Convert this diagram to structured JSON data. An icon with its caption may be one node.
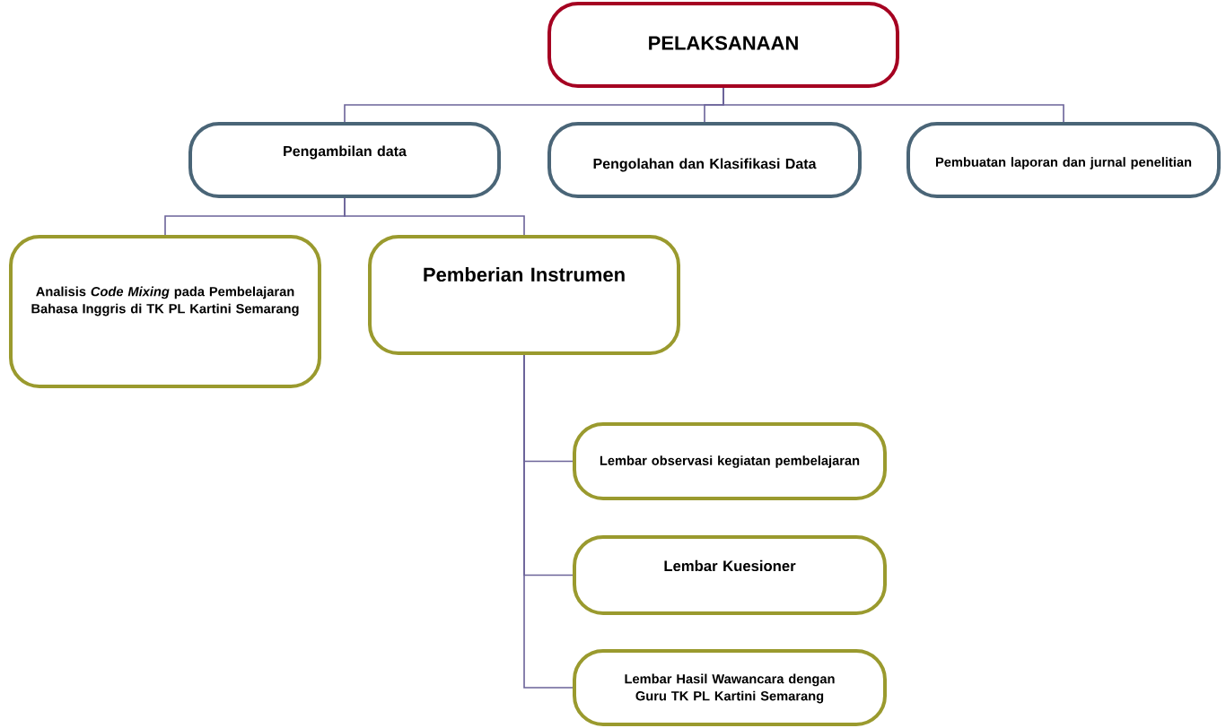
{
  "diagram": {
    "nodes": [
      {
        "text": [
          "PELAKSANAAN"
        ]
      },
      {
        "text": [
          "Pengambilan data"
        ]
      },
      {
        "text": [
          "Pengolahan dan Klasifikasi Data"
        ]
      },
      {
        "text": [
          "Pembuatan laporan dan jurnal penelitian"
        ]
      },
      {
        "text": [
          "Analisis *Code Mixing* pada Pembelajaran Bahasa Inggris di TK PL Kartini Semarang"
        ]
      },
      {
        "text": [
          "Pemberian Instrumen"
        ]
      },
      {
        "text": [
          "Lembar observasi kegiatan pembelajaran"
        ]
      },
      {
        "text": [
          "Lembar Kuesioner"
        ]
      },
      {
        "text": [
          "Lembar Hasil Wawancara dengan Guru TK PL Kartini Semarang"
        ]
      }
    ],
    "edges": [
      {
        "from": 0,
        "to": 1,
        "arrow": "none"
      },
      {
        "from": 0,
        "to": 2,
        "arrow": "none"
      },
      {
        "from": 0,
        "to": 3,
        "arrow": "none"
      },
      {
        "from": 1,
        "to": 4,
        "arrow": "none"
      },
      {
        "from": 1,
        "to": 5,
        "arrow": "none"
      },
      {
        "from": 5,
        "to": 6,
        "arrow": "none"
      },
      {
        "from": 5,
        "to": 7,
        "arrow": "none"
      },
      {
        "from": 5,
        "to": 8,
        "arrow": "none"
      }
    ]
  }
}
